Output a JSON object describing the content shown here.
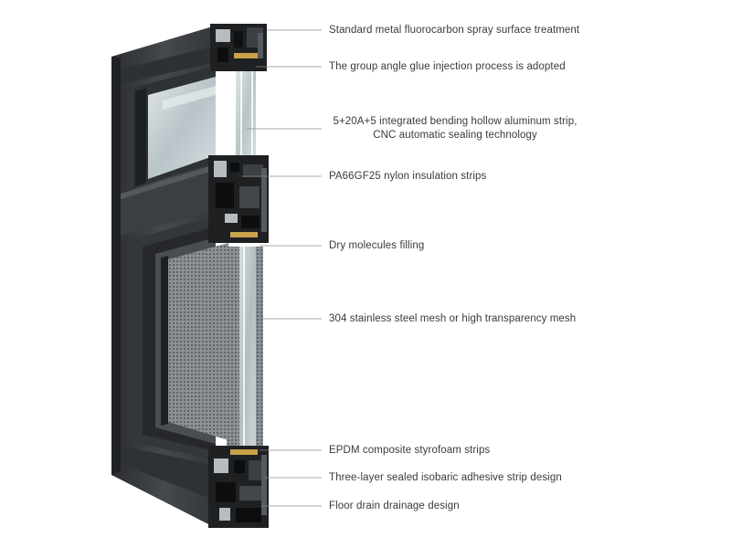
{
  "callouts": [
    {
      "lines": [
        "Standard metal fluorocarbon spray surface treatment"
      ]
    },
    {
      "lines": [
        "The group angle glue injection process is adopted"
      ]
    },
    {
      "lines": [
        "5+20A+5 integrated bending hollow aluminum strip,",
        "CNC automatic sealing technology"
      ]
    },
    {
      "lines": [
        "PA66GF25 nylon insulation strips"
      ]
    },
    {
      "lines": [
        "Dry molecules filling"
      ]
    },
    {
      "lines": [
        "304 stainless steel mesh or high transparency mesh"
      ]
    },
    {
      "lines": [
        "EPDM composite styrofoam strips"
      ]
    },
    {
      "lines": [
        "Three-layer sealed isobaric adhesive strip design"
      ]
    },
    {
      "lines": [
        "Floor drain drainage design"
      ]
    }
  ],
  "colors": {
    "frame_face": "#3f4246",
    "frame_dark": "#25272a",
    "frame_light": "#5a5e63",
    "glass": "#c9d3d6",
    "mesh": "#6e7377",
    "leader": "#8a8a8a",
    "spacer_gold": "#c9a24a"
  }
}
